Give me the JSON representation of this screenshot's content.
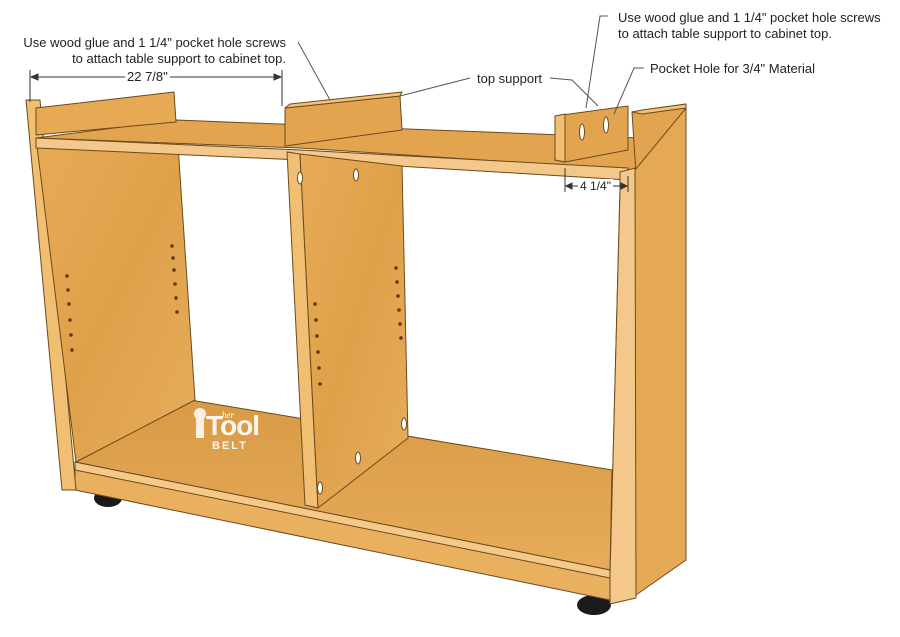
{
  "annotations": {
    "left_note": {
      "line1": "Use wood glue and 1 1/4\" pocket hole screws",
      "line2": "to attach table support to cabinet top."
    },
    "right_note": {
      "line1": "Use wood glue and 1 1/4\" pocket hole screws",
      "line2": "to attach table support to cabinet top."
    },
    "top_support": "top support",
    "pocket_hole": "Pocket Hole for 3/4\" Material",
    "dim_width": "22 7/8\"",
    "dim_offset": "4 1/4\""
  },
  "watermark": {
    "small": "her",
    "large": "Tool",
    "sub": "BELT"
  },
  "colors": {
    "wood_face": "#e3a450",
    "wood_light": "#f0bf72",
    "wood_dark": "#c98a3a",
    "edge": "#6b4a1e",
    "wheel": "#1a1a1a"
  }
}
